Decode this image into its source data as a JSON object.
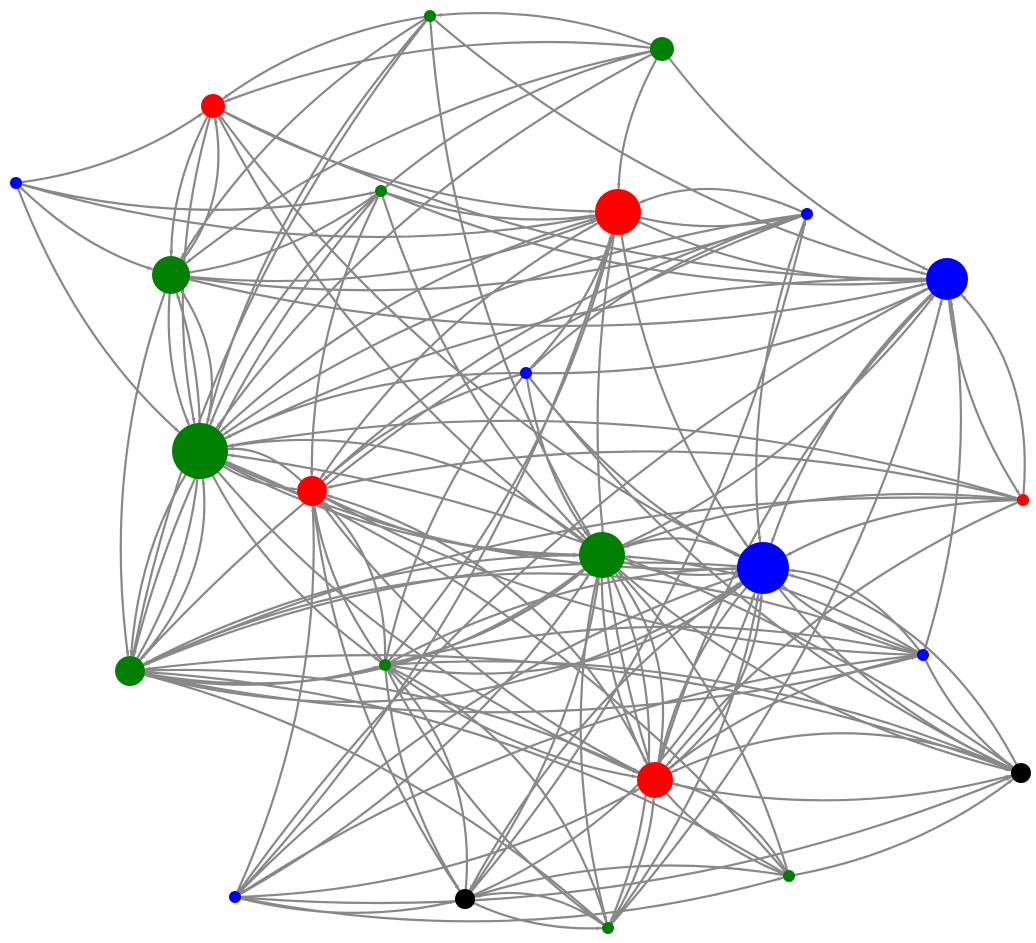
{
  "graph": {
    "type": "directed-network",
    "edge_color": "#888888",
    "colors": {
      "green": "#008000",
      "red": "#ff0000",
      "blue": "#0000ff",
      "black": "#000000"
    },
    "nodes": [
      {
        "id": "n01",
        "color": "green",
        "size": "small"
      },
      {
        "id": "n02",
        "color": "green",
        "size": "medium"
      },
      {
        "id": "n03",
        "color": "red",
        "size": "medium"
      },
      {
        "id": "n04",
        "color": "blue",
        "size": "small"
      },
      {
        "id": "n05",
        "color": "green",
        "size": "small"
      },
      {
        "id": "n06",
        "color": "red",
        "size": "large"
      },
      {
        "id": "n07",
        "color": "blue",
        "size": "small"
      },
      {
        "id": "n08",
        "color": "green",
        "size": "medium"
      },
      {
        "id": "n09",
        "color": "blue",
        "size": "large"
      },
      {
        "id": "n10",
        "color": "blue",
        "size": "small"
      },
      {
        "id": "n11",
        "color": "green",
        "size": "xlarge"
      },
      {
        "id": "n12",
        "color": "red",
        "size": "medium"
      },
      {
        "id": "n13",
        "color": "red",
        "size": "small"
      },
      {
        "id": "n14",
        "color": "green",
        "size": "large"
      },
      {
        "id": "n15",
        "color": "blue",
        "size": "xlarge"
      },
      {
        "id": "n16",
        "color": "green",
        "size": "medium"
      },
      {
        "id": "n17",
        "color": "green",
        "size": "small"
      },
      {
        "id": "n18",
        "color": "blue",
        "size": "small"
      },
      {
        "id": "n19",
        "color": "red",
        "size": "large"
      },
      {
        "id": "n20",
        "color": "black",
        "size": "medium"
      },
      {
        "id": "n21",
        "color": "green",
        "size": "small"
      },
      {
        "id": "n22",
        "color": "black",
        "size": "medium"
      },
      {
        "id": "n23",
        "color": "blue",
        "size": "small"
      },
      {
        "id": "n24",
        "color": "green",
        "size": "small"
      }
    ],
    "edges": [
      [
        "n02",
        "n01"
      ],
      [
        "n01",
        "n03"
      ],
      [
        "n01",
        "n08"
      ],
      [
        "n01",
        "n11"
      ],
      [
        "n01",
        "n16"
      ],
      [
        "n01",
        "n09"
      ],
      [
        "n01",
        "n14"
      ],
      [
        "n02",
        "n03"
      ],
      [
        "n02",
        "n05"
      ],
      [
        "n02",
        "n09"
      ],
      [
        "n02",
        "n08"
      ],
      [
        "n02",
        "n11"
      ],
      [
        "n02",
        "n06"
      ],
      [
        "n04",
        "n03"
      ],
      [
        "n04",
        "n05"
      ],
      [
        "n04",
        "n06"
      ],
      [
        "n04",
        "n08"
      ],
      [
        "n04",
        "n11"
      ],
      [
        "n03",
        "n06"
      ],
      [
        "n03",
        "n08"
      ],
      [
        "n03",
        "n11"
      ],
      [
        "n03",
        "n14"
      ],
      [
        "n03",
        "n09"
      ],
      [
        "n03",
        "n15"
      ],
      [
        "n08",
        "n03"
      ],
      [
        "n08",
        "n05"
      ],
      [
        "n08",
        "n06"
      ],
      [
        "n08",
        "n09"
      ],
      [
        "n08",
        "n11"
      ],
      [
        "n08",
        "n16"
      ],
      [
        "n08",
        "n07"
      ],
      [
        "n05",
        "n06"
      ],
      [
        "n05",
        "n11"
      ],
      [
        "n05",
        "n12"
      ],
      [
        "n05",
        "n14"
      ],
      [
        "n05",
        "n16"
      ],
      [
        "n05",
        "n09"
      ],
      [
        "n06",
        "n07"
      ],
      [
        "n07",
        "n06"
      ],
      [
        "n06",
        "n09"
      ],
      [
        "n06",
        "n12"
      ],
      [
        "n06",
        "n11"
      ],
      [
        "n06",
        "n19"
      ],
      [
        "n06",
        "n15"
      ],
      [
        "n07",
        "n11"
      ],
      [
        "n07",
        "n12"
      ],
      [
        "n07",
        "n15"
      ],
      [
        "n07",
        "n10"
      ],
      [
        "n07",
        "n16"
      ],
      [
        "n09",
        "n15"
      ],
      [
        "n09",
        "n19"
      ],
      [
        "n09",
        "n13"
      ],
      [
        "n09",
        "n23"
      ],
      [
        "n09",
        "n11"
      ],
      [
        "n10",
        "n09"
      ],
      [
        "n10",
        "n11"
      ],
      [
        "n10",
        "n12"
      ],
      [
        "n10",
        "n14"
      ],
      [
        "n10",
        "n15"
      ],
      [
        "n10",
        "n17"
      ],
      [
        "n10",
        "n20"
      ],
      [
        "n10",
        "n06"
      ],
      [
        "n11",
        "n08"
      ],
      [
        "n11",
        "n12"
      ],
      [
        "n11",
        "n16"
      ],
      [
        "n11",
        "n19"
      ],
      [
        "n11",
        "n15"
      ],
      [
        "n11",
        "n14"
      ],
      [
        "n11",
        "n17"
      ],
      [
        "n12",
        "n11"
      ],
      [
        "n12",
        "n14"
      ],
      [
        "n12",
        "n17"
      ],
      [
        "n12",
        "n19"
      ],
      [
        "n12",
        "n18"
      ],
      [
        "n12",
        "n22"
      ],
      [
        "n13",
        "n09"
      ],
      [
        "n13",
        "n14"
      ],
      [
        "n13",
        "n15"
      ],
      [
        "n13",
        "n19"
      ],
      [
        "n13",
        "n12"
      ],
      [
        "n14",
        "n15"
      ],
      [
        "n14",
        "n09"
      ],
      [
        "n14",
        "n11"
      ],
      [
        "n14",
        "n16"
      ],
      [
        "n14",
        "n19"
      ],
      [
        "n14",
        "n20"
      ],
      [
        "n14",
        "n24"
      ],
      [
        "n15",
        "n14"
      ],
      [
        "n15",
        "n16"
      ],
      [
        "n15",
        "n17"
      ],
      [
        "n15",
        "n18"
      ],
      [
        "n15",
        "n19"
      ],
      [
        "n15",
        "n20"
      ],
      [
        "n15",
        "n22"
      ],
      [
        "n16",
        "n11"
      ],
      [
        "n16",
        "n17"
      ],
      [
        "n16",
        "n14"
      ],
      [
        "n16",
        "n15"
      ],
      [
        "n16",
        "n08"
      ],
      [
        "n16",
        "n18"
      ],
      [
        "n17",
        "n12"
      ],
      [
        "n17",
        "n14"
      ],
      [
        "n17",
        "n15"
      ],
      [
        "n17",
        "n19"
      ],
      [
        "n17",
        "n22"
      ],
      [
        "n17",
        "n24"
      ],
      [
        "n17",
        "n06"
      ],
      [
        "n18",
        "n09"
      ],
      [
        "n18",
        "n14"
      ],
      [
        "n18",
        "n15"
      ],
      [
        "n18",
        "n16"
      ],
      [
        "n18",
        "n19"
      ],
      [
        "n18",
        "n20"
      ],
      [
        "n18",
        "n17"
      ],
      [
        "n19",
        "n14"
      ],
      [
        "n19",
        "n15"
      ],
      [
        "n19",
        "n16"
      ],
      [
        "n19",
        "n12"
      ],
      [
        "n19",
        "n20"
      ],
      [
        "n19",
        "n21"
      ],
      [
        "n20",
        "n15"
      ],
      [
        "n20",
        "n16"
      ],
      [
        "n20",
        "n17"
      ],
      [
        "n20",
        "n19"
      ],
      [
        "n20",
        "n11"
      ],
      [
        "n21",
        "n16"
      ],
      [
        "n21",
        "n11"
      ],
      [
        "n21",
        "n22"
      ],
      [
        "n21",
        "n14"
      ],
      [
        "n21",
        "n19"
      ],
      [
        "n22",
        "n24"
      ],
      [
        "n22",
        "n14"
      ],
      [
        "n22",
        "n15"
      ],
      [
        "n22",
        "n17"
      ],
      [
        "n22",
        "n07"
      ],
      [
        "n23",
        "n22"
      ],
      [
        "n23",
        "n14"
      ],
      [
        "n23",
        "n19"
      ],
      [
        "n23",
        "n21"
      ],
      [
        "n23",
        "n12"
      ],
      [
        "n23",
        "n06"
      ],
      [
        "n24",
        "n15"
      ],
      [
        "n24",
        "n19"
      ],
      [
        "n24",
        "n14"
      ],
      [
        "n24",
        "n16"
      ],
      [
        "n24",
        "n22"
      ],
      [
        "n24",
        "n17"
      ],
      [
        "n24",
        "n09"
      ],
      [
        "n13",
        "n11"
      ],
      [
        "n13",
        "n16"
      ],
      [
        "n18",
        "n23"
      ],
      [
        "n15",
        "n23"
      ],
      [
        "n21",
        "n20"
      ],
      [
        "n23",
        "n20"
      ]
    ]
  }
}
